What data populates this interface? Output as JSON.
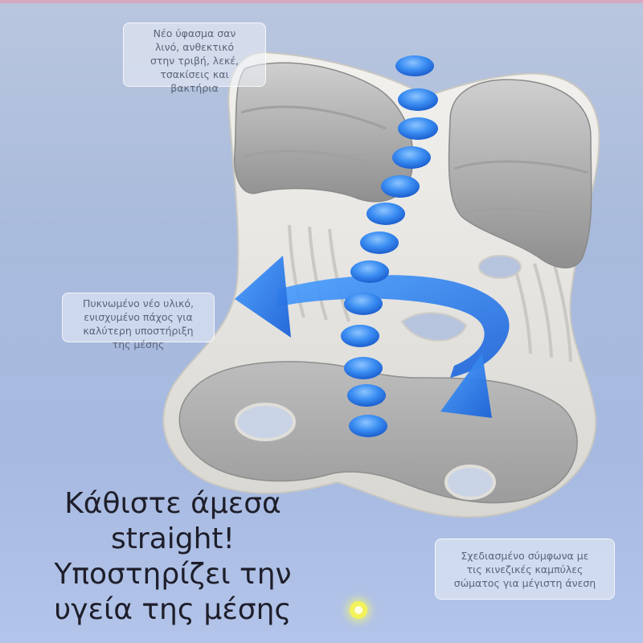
{
  "callouts": {
    "fabric": [
      "Νέο ύφασμα σαν",
      "λινό, ανθεκτικό",
      "στην τριβή, λεκέ,",
      "τσακίσεις και",
      "βακτήρια"
    ],
    "support": [
      "Πυκνωμένο νέο υλικό,",
      "ενισχυμένο πάχος για",
      "καλύτερη υποστήριξη",
      "της μέσης"
    ],
    "design": [
      "Σχεδιασμένο σύμφωνα με",
      "τις κινεζικές καμπύλες",
      "σώματος για μέγιστη άνεση"
    ]
  },
  "headline": [
    "Κάθιστε άμεσα",
    "straight!",
    "Υποστηρίζει την",
    "υγεία της μέσης"
  ],
  "colors": {
    "accent_blue": "#2f86f0",
    "seat_shell": "#e6e4df",
    "cushion": "#b9b9b9"
  },
  "icons": {
    "rotation_arrow": "curved-arrow-icon",
    "vertebrae": "spine-icon",
    "sparkle": "sparkle-icon"
  }
}
